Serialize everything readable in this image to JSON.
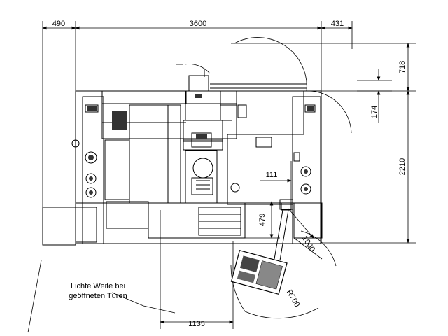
{
  "dimensions": {
    "top_left": "490",
    "top_middle": "3600",
    "top_right": "431",
    "right_top": "718",
    "right_small": "174",
    "right_main": "2210",
    "inner_111": "111",
    "inner_479": "479",
    "diag_1000": "1000",
    "radius": "R700",
    "bottom": "1135"
  },
  "note": {
    "line1": "Lichte Weite bei",
    "line2": "geöffneten Türen"
  }
}
